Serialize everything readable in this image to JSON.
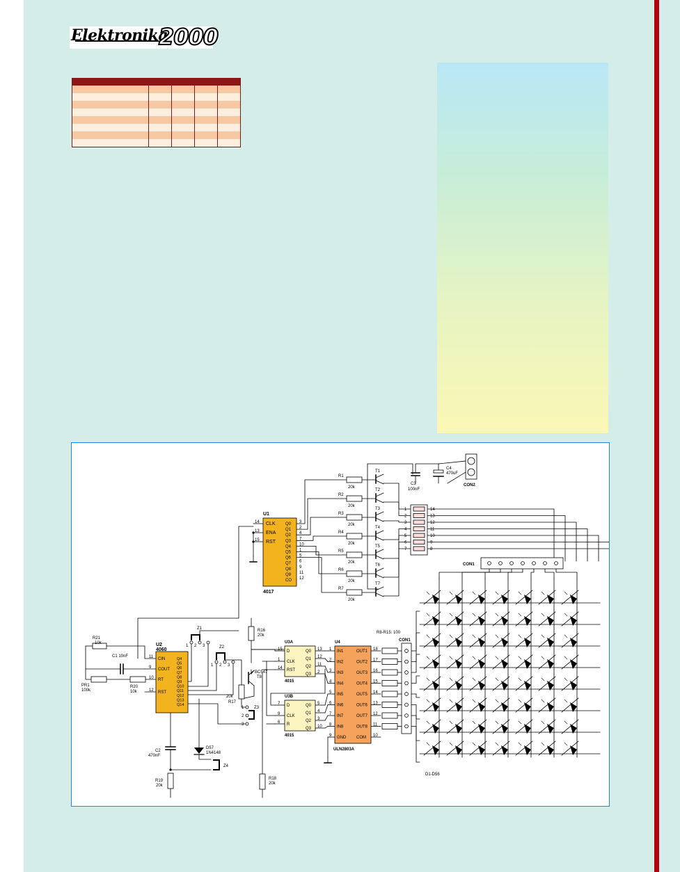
{
  "header": {
    "logo_left": "Elektronika",
    "logo_right": "2000"
  },
  "table": {
    "columns": 5,
    "rows": 7
  },
  "schematic": {
    "u1": {
      "ref": "U1",
      "part": "4017",
      "pins_left": [
        "CLK",
        "ENA",
        "RST"
      ],
      "pins_left_num": [
        "14",
        "13",
        "15"
      ],
      "pins_right": [
        "Q0",
        "Q1",
        "Q2",
        "Q3",
        "Q4",
        "Q5",
        "Q6",
        "Q7",
        "Q8",
        "Q9",
        "CO"
      ],
      "pins_right_num": [
        "3",
        "2",
        "4",
        "7",
        "10",
        "1",
        "5",
        "6",
        "9",
        "11",
        "12"
      ]
    },
    "u2": {
      "ref": "U2",
      "part": "4060",
      "pins_left": [
        "CIN",
        "COUT",
        "RT",
        "RST"
      ],
      "pins_left_num": [
        "11",
        "9",
        "10",
        "12"
      ],
      "pins_right": [
        "Q4",
        "Q5",
        "Q6",
        "Q7",
        "Q8",
        "Q9",
        "Q10",
        "Q11",
        "Q12",
        "Q13",
        "Q14"
      ]
    },
    "u3a": {
      "ref": "U3A",
      "part": "4015",
      "pins_left": [
        "D",
        "CLK",
        "RST"
      ],
      "pins_left_num": [
        "15",
        "1",
        "14"
      ],
      "pins_right": [
        "Q0",
        "Q1",
        "Q2",
        "Q3"
      ],
      "pins_right_num": [
        "13",
        "12",
        "11",
        "2"
      ]
    },
    "u3b": {
      "ref": "U3B",
      "part": "4015",
      "pins_left": [
        "D",
        "CLK",
        "R"
      ],
      "pins_left_num": [
        "7",
        "9",
        "6"
      ],
      "pins_right": [
        "Q0",
        "Q1",
        "Q2",
        "Q3"
      ],
      "pins_right_num": [
        "5",
        "4",
        "3",
        "10"
      ]
    },
    "u4": {
      "ref": "U4",
      "part": "ULN2803A",
      "pins_left": [
        "IN1",
        "IN2",
        "IN3",
        "IN4",
        "IN5",
        "IN6",
        "IN7",
        "IN8",
        "GND"
      ],
      "pins_left_num": [
        "1",
        "2",
        "3",
        "4",
        "5",
        "6",
        "7",
        "8",
        "9"
      ],
      "pins_right": [
        "OUT1",
        "OUT2",
        "OUT3",
        "OUT4",
        "OUT5",
        "OUT6",
        "OUT7",
        "OUT8",
        "COM"
      ],
      "pins_right_num": [
        "18",
        "17",
        "16",
        "15",
        "14",
        "13",
        "12",
        "11",
        "10"
      ]
    },
    "resistors_top": [
      {
        "ref": "R1",
        "val": "20k"
      },
      {
        "ref": "R2",
        "val": "20k"
      },
      {
        "ref": "R3",
        "val": "20k"
      },
      {
        "ref": "R4",
        "val": "20k"
      },
      {
        "ref": "R5",
        "val": "20k"
      },
      {
        "ref": "R6",
        "val": "20k"
      },
      {
        "ref": "R7",
        "val": "20k"
      }
    ],
    "transistors": [
      "T1",
      "T2",
      "T3",
      "T4",
      "T5",
      "T6",
      "T7"
    ],
    "c3": {
      "ref": "C3",
      "val": "100nF"
    },
    "c4": {
      "ref": "C4",
      "val": "470uF"
    },
    "con2": "CON2",
    "con1": "CON1",
    "con1_pins_left": [
      "1",
      "2",
      "3",
      "4",
      "5",
      "6",
      "7"
    ],
    "con1_pins_right": [
      "14",
      "13",
      "12",
      "11",
      "10",
      "9",
      "8"
    ],
    "r21": {
      "ref": "R21",
      "val": "10k"
    },
    "c1": {
      "ref": "C1",
      "val": "10nF"
    },
    "pr1": {
      "ref": "PR1",
      "val": "100k"
    },
    "r20": {
      "ref": "R20",
      "val": "10k"
    },
    "c2": {
      "ref": "C2",
      "val": "470nF"
    },
    "r19": {
      "ref": "R19",
      "val": "20k"
    },
    "d57": {
      "ref": "D57",
      "val": "1N4148"
    },
    "r16": {
      "ref": "R16",
      "val": "20k"
    },
    "t8": {
      "ref": "T8",
      "val": "BC547"
    },
    "r17": {
      "ref": "R17",
      "val": "20k"
    },
    "r18": {
      "ref": "R18",
      "val": "20k"
    },
    "z1": "Z1",
    "z2": "Z2",
    "z3": "Z3",
    "z4": "Z4",
    "r8_r15": "R8-R15: 100",
    "con1b": "CON1",
    "con1b_pins": [
      "18",
      "17",
      "16",
      "15",
      "14",
      "13",
      "12",
      "11",
      "10"
    ],
    "leds": "D1-D56"
  },
  "colors": {
    "panel": "#d4ede8",
    "accent": "#b5000d",
    "ic_yellow": "#f2b31f",
    "ic_light": "#fbf3c0",
    "ic_orange": "#f5a35c",
    "schematic_border": "#1e88e5"
  }
}
